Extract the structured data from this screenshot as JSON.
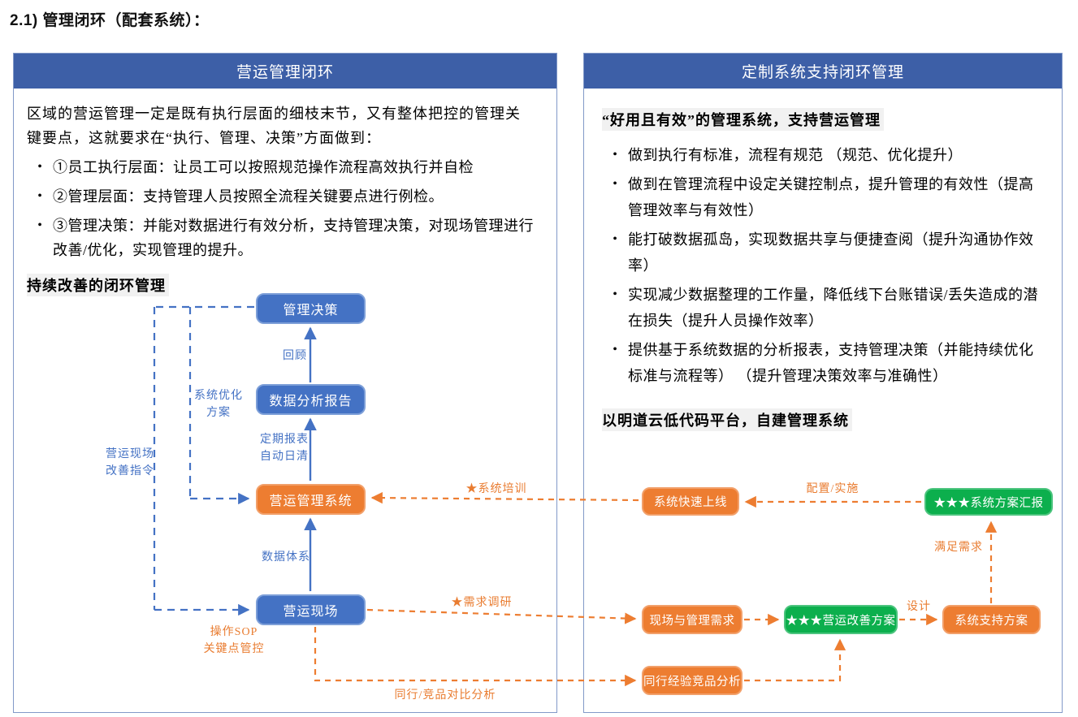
{
  "page_title": "2.1)  管理闭环（配套系统）：",
  "left_panel": {
    "header": "营运管理闭环",
    "intro": "区域的营运管理一定是既有执行层面的细枝末节，又有整体把控的管理关键要点，这就要求在“执行、管理、决策”方面做到：",
    "bullets": [
      "①员工执行层面：让员工可以按照规范操作流程高效执行并自检",
      "②管理层面：支持管理人员按照全流程关键要点进行例检。",
      "③管理决策：并能对数据进行有效分析，支持管理决策，对现场管理进行改善/优化，实现管理的提升。"
    ],
    "flow_heading": "持续改善的闭环管理",
    "nodes": {
      "decision": "管理决策",
      "report": "数据分析报告",
      "system": "营运管理系统",
      "site": "营运现场"
    },
    "labels": {
      "review": "回顾",
      "periodic_1": "定期报表",
      "periodic_2": "自动日清",
      "data_system": "数据体系",
      "sys_opt_1": "系统优化",
      "sys_opt_2": "方案",
      "site_cmd_1": "营运现场",
      "site_cmd_2": "改善指令",
      "sop_1": "操作SOP",
      "sop_2": "关键点管控"
    }
  },
  "right_panel": {
    "header": "定制系统支持闭环管理",
    "heading_system": "“好用且有效”的管理系统，支持营运管理",
    "bullets": [
      "做到执行有标准，流程有规范 （规范、优化提升）",
      "做到在管理流程中设定关键控制点，提升管理的有效性（提高管理效率与有效性）",
      "能打破数据孤岛，实现数据共享与便捷查阅（提升沟通协作效率）",
      "实现减少数据整理的工作量，降低线下台账错误/丢失造成的潜在损失（提升人员操作效率）",
      "提供基于系统数据的分析报表，支持管理决策（并能持续优化标准与流程等） （提升管理决策效率与准确性）"
    ],
    "heading_platform": "以明道云低代码平台，自建管理系统",
    "nodes": {
      "launch": "系统快速上线",
      "plan_report": "★★★系统方案汇报",
      "need": "现场与管理需求",
      "improve": "★★★营运改善方案",
      "support": "系统支持方案",
      "peer": "同行经验竞品分析"
    },
    "labels": {
      "config": "配置/实施",
      "satisfy": "满足需求",
      "design": "设计"
    }
  },
  "cross_labels": {
    "training": "★系统培训",
    "survey": "★需求调研",
    "compare": "同行/竞品对比分析"
  },
  "colors": {
    "header_blue": "#3D5FA7",
    "node_blue": "#4472C4",
    "node_orange": "#ED7D31",
    "node_green": "#0CAF4D",
    "panel_border": "#8299C8",
    "label_blue": "#4472C4",
    "label_orange": "#E97C30"
  }
}
